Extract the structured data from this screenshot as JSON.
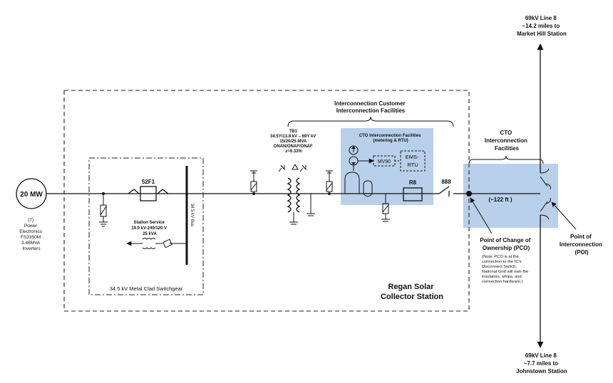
{
  "labels": {
    "line_north": [
      "69kV Line 8",
      "~14.2 miles to",
      "Market Hill Station"
    ],
    "line_south": [
      "69kV Line 8",
      "~7.7 miles to",
      "Johnstown Station"
    ],
    "customer_facilities": [
      "Interconnection Customer",
      "Interconnection  Facilities"
    ],
    "cto_facilities": [
      "CTO",
      "Interconnection",
      "Facilities"
    ],
    "generator": "20 MW",
    "inverters": [
      "(7)",
      "Power",
      "Electronics",
      "FS3350M",
      "3.46MVA",
      "Inverters"
    ],
    "breaker_52f1": "52F1",
    "station_service": [
      "Station Service",
      "19.9 kV-240/120 V",
      "25 kVA"
    ],
    "bus": "34.5 kV Bus",
    "switchgear": "34.5 kV Metal Clad Switchgear",
    "transformer": [
      "TB1",
      "34.5Y/13.8 kV – 69Y kV",
      "15/20/25 MVA",
      "ONAN/ONAF/ONAF",
      "z=9.33%"
    ],
    "cto_box_title": [
      "CTO  Interconnection Facilities",
      "(metering & RTU)"
    ],
    "mv90": "MV90",
    "ems_rtu": [
      "EMS-",
      "RTU"
    ],
    "r8": "R8",
    "sw888": "888",
    "distance": "(~122 ft )",
    "pco": [
      "Point of Change of",
      "Ownership (PCO)"
    ],
    "pco_note": [
      "(Note: PCO is at the",
      "connection to the IC's",
      "Disconnect Switch.",
      "National Grid will own the",
      "insulators, whips, and",
      "connection hardware.)"
    ],
    "poi": [
      "Point of",
      "Interconnection",
      "(POI)"
    ],
    "station": [
      "Regan Solar",
      "Collector Station"
    ]
  },
  "colors": {
    "highlight": "#b8d0ea",
    "line": "#111111"
  }
}
